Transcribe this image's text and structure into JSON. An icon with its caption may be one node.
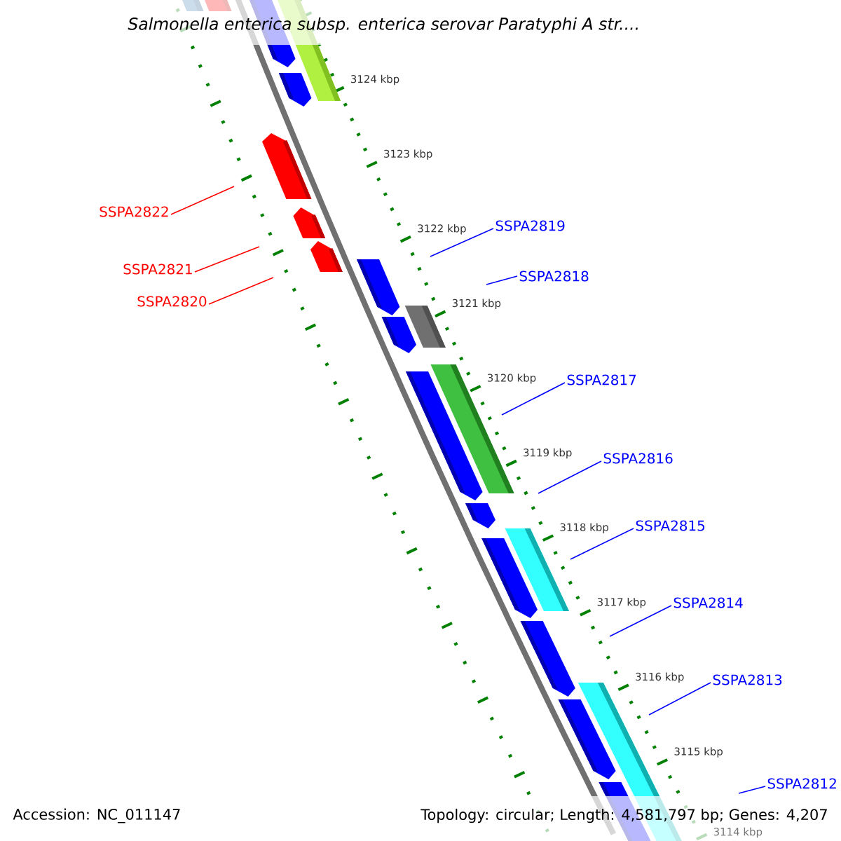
{
  "diagram": {
    "title": "Salmonella enterica subsp. enterica serovar Paratyphi A str....",
    "nodes": [
      {
        "text": [
          "SSPA2822"
        ]
      },
      {
        "text": [
          "SSPA2819"
        ]
      },
      {
        "text": [
          "SSPA2821"
        ]
      },
      {
        "text": [
          "SSPA2818"
        ]
      },
      {
        "text": [
          "SSPA2820"
        ]
      },
      {
        "text": [
          "SSPA2817"
        ]
      },
      {
        "text": [
          "SSPA2816"
        ]
      },
      {
        "text": [
          "SSPA2815"
        ]
      },
      {
        "text": [
          "SSPA2814"
        ]
      },
      {
        "text": [
          "SSPA2813"
        ]
      },
      {
        "text": [
          "SSPA2812"
        ]
      }
    ],
    "edges": [
      {
        "from": 0,
        "to": null,
        "arrow": "none",
        "color": "#ff0000"
      },
      {
        "from": 1,
        "to": null,
        "arrow": "none"
      },
      {
        "from": 2,
        "to": null,
        "arrow": "none",
        "color": "#ff0000"
      },
      {
        "from": 3,
        "to": null,
        "arrow": "none"
      },
      {
        "from": 4,
        "to": null,
        "arrow": "none",
        "color": "#ff0000"
      },
      {
        "from": 5,
        "to": null,
        "arrow": "none"
      },
      {
        "from": 6,
        "to": null,
        "arrow": "none"
      },
      {
        "from": 7,
        "to": null,
        "arrow": "none"
      },
      {
        "from": 8,
        "to": null,
        "arrow": "none"
      },
      {
        "from": 9,
        "to": null,
        "arrow": "none"
      },
      {
        "from": 10,
        "to": null,
        "arrow": "none"
      }
    ],
    "labels": [
      "3124 kbp",
      "3123 kbp",
      "3122 kbp",
      "3121 kbp",
      "3120 kbp",
      "3119 kbp",
      "3118 kbp",
      "3117 kbp",
      "3116 kbp",
      "3115 kbp",
      "3114 kbp",
      "Accession: NC_011147",
      "Topology: circular; Length: 4,581,797 bp; Genes: 4,207"
    ]
  }
}
